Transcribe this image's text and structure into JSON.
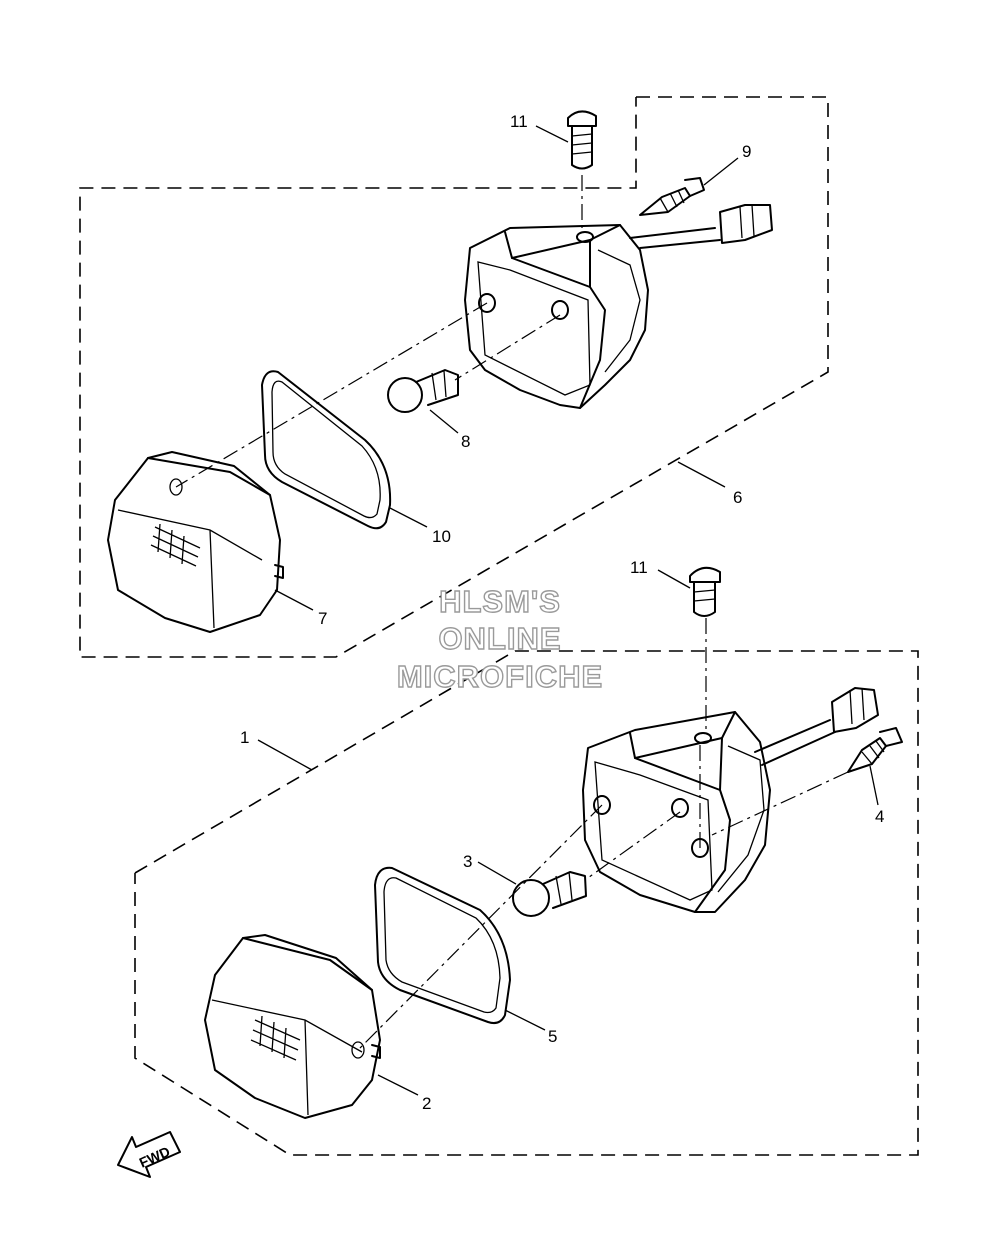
{
  "diagram": {
    "callouts": [
      {
        "id": "c1",
        "text": "1"
      },
      {
        "id": "c2",
        "text": "2"
      },
      {
        "id": "c3",
        "text": "3"
      },
      {
        "id": "c4",
        "text": "4"
      },
      {
        "id": "c5",
        "text": "5"
      },
      {
        "id": "c6",
        "text": "6"
      },
      {
        "id": "c7",
        "text": "7"
      },
      {
        "id": "c8",
        "text": "8"
      },
      {
        "id": "c9",
        "text": "9"
      },
      {
        "id": "c10",
        "text": "10"
      },
      {
        "id": "c11a",
        "text": "11"
      },
      {
        "id": "c11b",
        "text": "11"
      }
    ],
    "watermark": [
      "HLSM'S",
      "ONLINE",
      "MICROFICHE"
    ],
    "direction_label": "FWD"
  }
}
